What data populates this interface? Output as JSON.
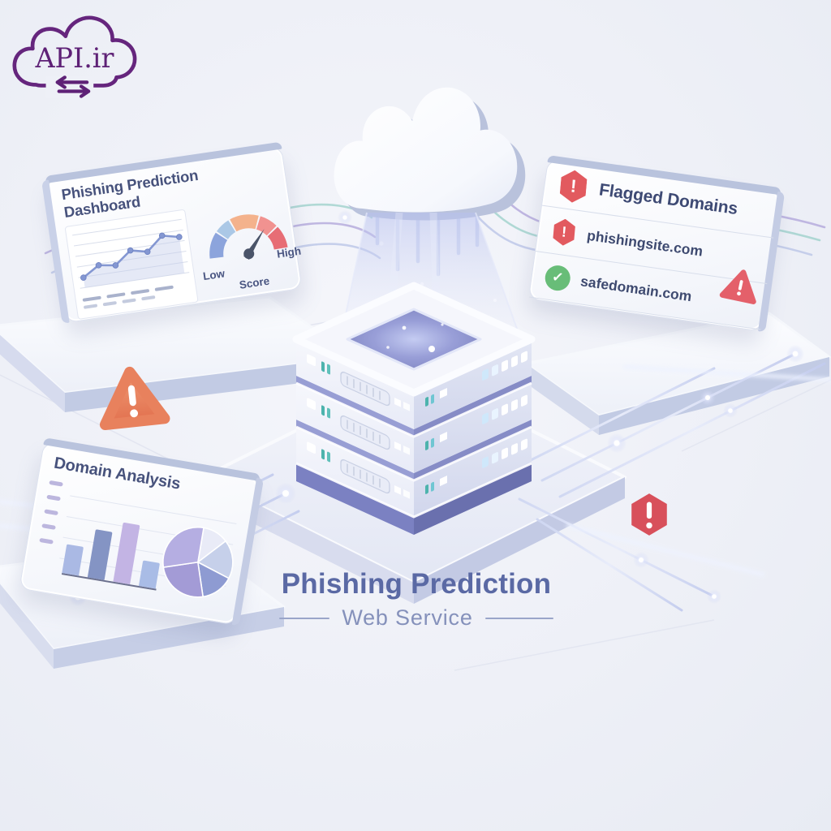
{
  "logo": {
    "brand": "API.ir",
    "color": "#5e2176",
    "icon": "cloud-transfer-logo"
  },
  "glyphs": {
    "exclamation": "!",
    "check": "✓"
  },
  "dashboard_panel": {
    "title": "Phishing Prediction Dashboard",
    "chart_data": {
      "type": "line",
      "x": [
        1,
        2,
        3,
        4,
        5,
        6,
        7
      ],
      "values": [
        1.6,
        3.2,
        2.8,
        4.8,
        4.2,
        6.4,
        5.8
      ],
      "ylim": [
        0,
        8
      ],
      "grid": true,
      "line_color": "#8497d2",
      "area_color": "#c5cfeb"
    },
    "gauge": {
      "type": "gauge",
      "labels": {
        "low": "Low",
        "high": "High",
        "caption": "Score"
      },
      "segments": [
        {
          "color": "#8ca4dc",
          "span": 42
        },
        {
          "color": "#abc8e6",
          "span": 26
        },
        {
          "color": "#f4b28c",
          "span": 46
        },
        {
          "color": "#f19290",
          "span": 30
        },
        {
          "color": "#e76d75",
          "span": 36
        }
      ],
      "needle_angle_deg": 40,
      "needle_color": "#4a5469"
    }
  },
  "flagged_panel": {
    "title": "Flagged Domains",
    "alert_red": "#e25a5f",
    "safe_green": "#68bd78",
    "rows": [
      {
        "icon": "alert-hexagon-icon",
        "domain": "phishingsite.com",
        "status": "flagged"
      },
      {
        "icon": "check-circle-icon",
        "domain": "safedomain.com",
        "status": "safe"
      }
    ]
  },
  "analysis_panel": {
    "title": "Domain Analysis",
    "chart_data": [
      {
        "type": "bar",
        "categories": [
          "1",
          "2",
          "3",
          "4"
        ],
        "values": [
          36,
          60,
          74,
          32
        ],
        "colors": [
          "#aab9e4",
          "#8494c4",
          "#c3b4e4",
          "#a9bce6"
        ],
        "ylim": [
          0,
          100
        ]
      },
      {
        "type": "pie",
        "start_angle_deg": -90,
        "direction": "clockwise",
        "slices": [
          {
            "value": 12,
            "color": "#e9ebf7"
          },
          {
            "value": 18,
            "color": "#c6d0ea"
          },
          {
            "value": 15,
            "color": "#8e9bd2"
          },
          {
            "value": 25,
            "color": "#a39bd6"
          },
          {
            "value": 30,
            "color": "#b5aee2"
          }
        ]
      }
    ]
  },
  "footer": {
    "title": "Phishing Prediction",
    "subtitle": "Web Service"
  },
  "scene": {
    "background": "#eef0f7",
    "accent_teal": "#9fd2cc",
    "accent_purple": "#b3a8dc",
    "warning_triangle_color": "#e8815d",
    "warning_hexagon_color": "#d8505b",
    "server_tiers": 3
  }
}
